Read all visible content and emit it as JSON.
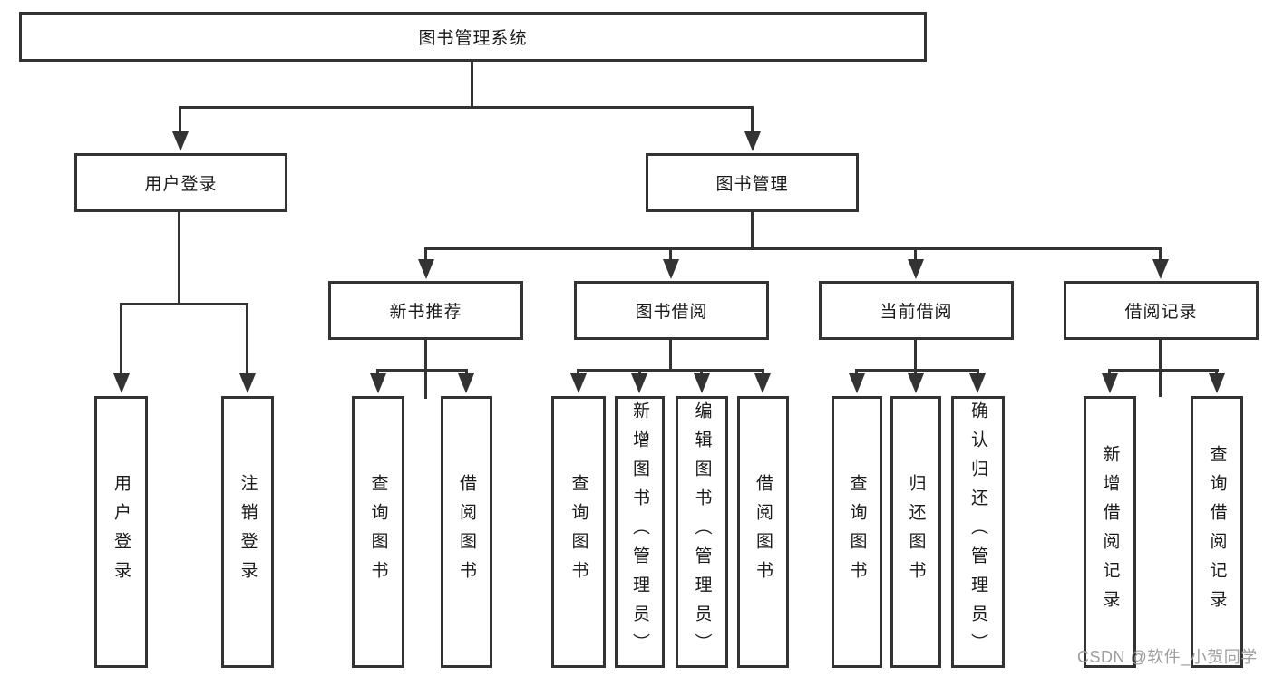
{
  "canvas": {
    "background": "#ffffff",
    "line_color": "#333333",
    "text_color": "#1a1a1a"
  },
  "tree": {
    "label": "图书管理系统",
    "children": [
      {
        "label": "用户登录",
        "children": [
          {
            "label": "用户登录"
          },
          {
            "label": "注销登录"
          }
        ]
      },
      {
        "label": "图书管理",
        "children": [
          {
            "label": "新书推荐",
            "children": [
              {
                "label": "查询图书"
              },
              {
                "label": "借阅图书"
              }
            ]
          },
          {
            "label": "图书借阅",
            "children": [
              {
                "label": "查询图书"
              },
              {
                "label": "新增图书（管理员）"
              },
              {
                "label": "编辑图书（管理员）"
              },
              {
                "label": "借阅图书"
              }
            ]
          },
          {
            "label": "当前借阅",
            "children": [
              {
                "label": "查询图书"
              },
              {
                "label": "归还图书"
              },
              {
                "label": "确认归还（管理员）"
              }
            ]
          },
          {
            "label": "借阅记录",
            "children": [
              {
                "label": "新增借阅记录"
              },
              {
                "label": "查询借阅记录"
              }
            ]
          }
        ]
      }
    ]
  },
  "watermark": {
    "text": "CSDN @软件_小贺同学",
    "color": "#9d9d9d"
  }
}
